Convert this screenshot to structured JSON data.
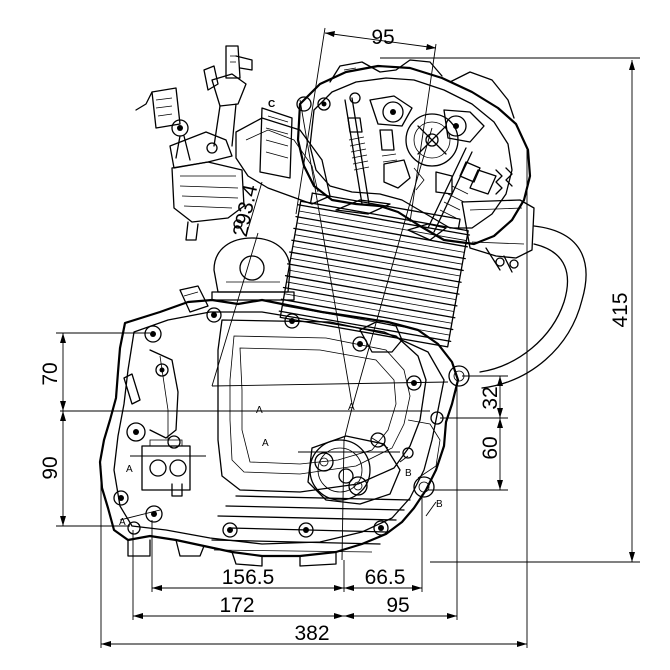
{
  "dimensions": {
    "top_width": "95",
    "cylinder_length": "293.4",
    "overall_height": "415",
    "left_upper": "70",
    "left_lower": "90",
    "right_upper": "32",
    "right_lower": "60",
    "bottom_156": "156.5",
    "bottom_66": "66.5",
    "bottom_172": "172",
    "bottom_95": "95",
    "overall_width": "382"
  },
  "markers": {
    "a": "A",
    "b": "B",
    "c": "C"
  }
}
